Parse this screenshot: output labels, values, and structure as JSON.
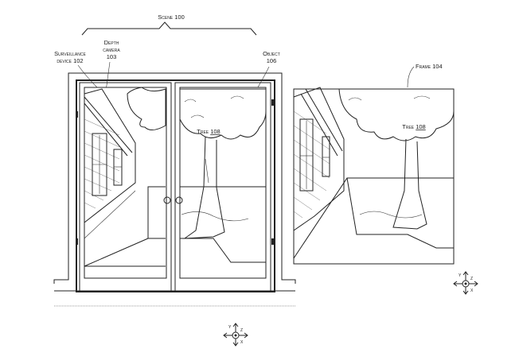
{
  "labels": {
    "scene": "Scene 100",
    "surveillance": [
      "Surveillance",
      "device 102"
    ],
    "depth_camera": [
      "Depth",
      "camera",
      "103"
    ],
    "object": [
      "Object",
      "106"
    ],
    "frame": "Frame 104",
    "tree_left": "Tree",
    "tree_left_num": "108",
    "tree_right": "Tree",
    "tree_right_num": "108"
  },
  "axes_left": {
    "y": "y",
    "z": "z",
    "x": "x"
  },
  "axes_right": {
    "y": "y",
    "z": "z",
    "x": "x"
  }
}
